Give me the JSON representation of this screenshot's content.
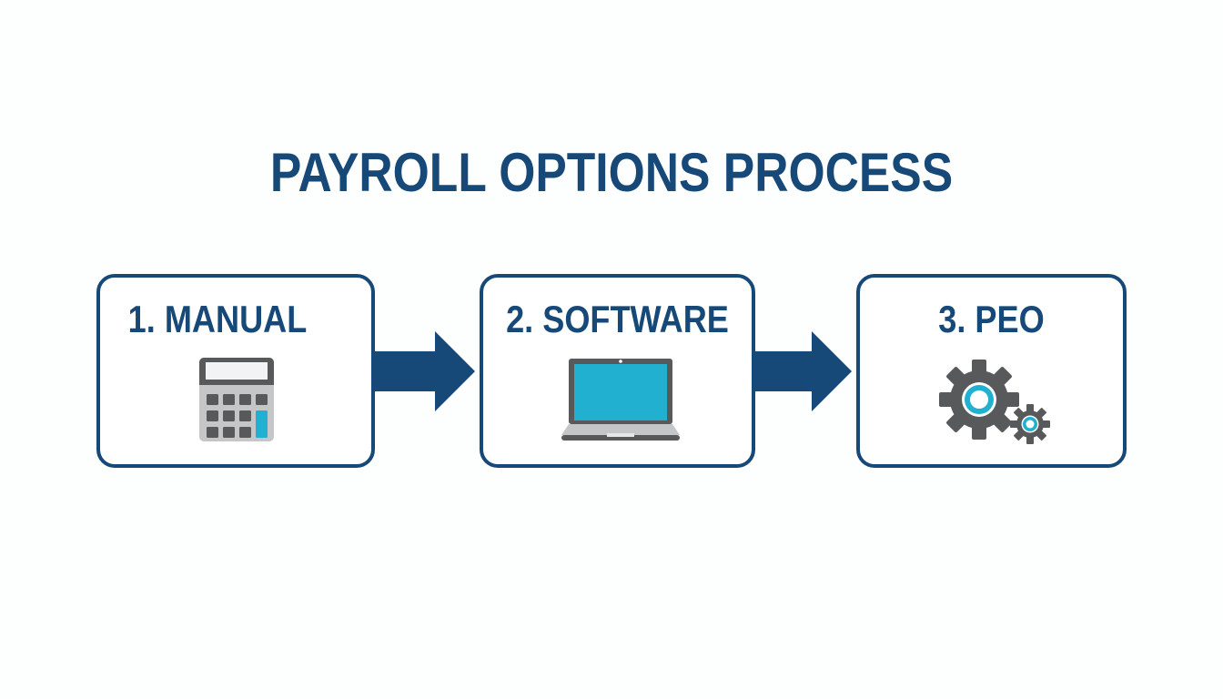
{
  "diagram": {
    "title": "PAYROLL OPTIONS PROCESS",
    "steps": [
      {
        "label": "1. MANUAL",
        "icon": "calculator-icon"
      },
      {
        "label": "2. SOFTWARE",
        "icon": "laptop-icon"
      },
      {
        "label": "3. PEO",
        "icon": "gears-icon"
      }
    ],
    "connectors": [
      "arrow-right",
      "arrow-right"
    ],
    "colors": {
      "primary": "#164878",
      "accent": "#22b0d0",
      "icon_dark": "#58595b",
      "icon_light": "#c5c6c8",
      "background": "#fdfefe"
    }
  }
}
